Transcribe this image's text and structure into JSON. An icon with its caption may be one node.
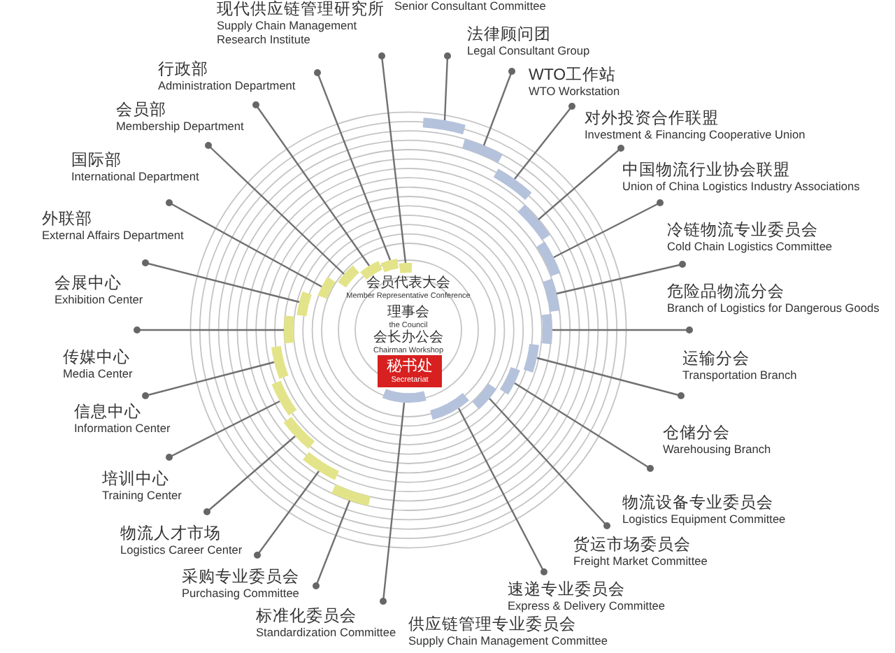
{
  "diagram": {
    "nodes": [
      {
        "text": [
          "Senior Consultant Committee"
        ]
      },
      {
        "text": [
          "现代供应链管理研究所",
          "Supply Chain Management Research Institute"
        ]
      },
      {
        "text": [
          "行政部",
          "Administration Department"
        ]
      },
      {
        "text": [
          "会员部",
          "Membership Department"
        ]
      },
      {
        "text": [
          "国际部",
          "International Department"
        ]
      },
      {
        "text": [
          "外联部",
          "External Affairs Department"
        ]
      },
      {
        "text": [
          "会展中心",
          "Exhibition Center"
        ]
      },
      {
        "text": [
          "传媒中心",
          "Media Center"
        ]
      },
      {
        "text": [
          "信息中心",
          "Information Center"
        ]
      },
      {
        "text": [
          "培训中心",
          "Training Center"
        ]
      },
      {
        "text": [
          "物流人才市场",
          "Logistics Career Center"
        ]
      },
      {
        "text": [
          "采购专业委员会",
          "Purchasing Committee"
        ]
      },
      {
        "text": [
          "标准化委员会",
          "Standardization Committee"
        ]
      },
      {
        "text": [
          "供应链管理专业委员会",
          "Supply Chain Management  Committee"
        ]
      },
      {
        "text": [
          "速递专业委员会",
          "Express & Delivery Committee"
        ]
      },
      {
        "text": [
          "货运市场委员会",
          "Freight Market Committee"
        ]
      },
      {
        "text": [
          "物流设备专业委员会",
          "Logistics Equipment Committee"
        ]
      },
      {
        "text": [
          "仓储分会",
          "Warehousing Branch"
        ]
      },
      {
        "text": [
          "运输分会",
          "Transportation Branch"
        ]
      },
      {
        "text": [
          "危险品物流分会",
          "Branch of Logistics for Dangerous Goods"
        ]
      },
      {
        "text": [
          "冷链物流专业委员会",
          "Cold Chain Logistics Committee"
        ]
      },
      {
        "text": [
          "中国物流行业协会联盟",
          "Union of China Logistics Industry Associations"
        ]
      },
      {
        "text": [
          "对外投资合作联盟",
          "Investment & Financing Cooperative Union"
        ]
      },
      {
        "text": [
          "WTO工作站",
          "WTO Workstation"
        ]
      },
      {
        "text": [
          "法律顾问团",
          "Legal Consultant Group"
        ]
      },
      {
        "text": [
          "会员代表大会",
          "Member Representative Conference"
        ]
      },
      {
        "text": [
          "理事会",
          "the Council"
        ]
      },
      {
        "text": [
          "会长办公会",
          "Chairman Workshop"
        ]
      },
      {
        "text": [
          "秘书处",
          "Secretariat"
        ]
      },
      {
        "text": [],
        "shape": "bar"
      },
      {
        "text": [],
        "shape": "bar"
      },
      {
        "text": [],
        "shape": "bar"
      },
      {
        "text": [],
        "shape": "bar"
      },
      {
        "text": [],
        "shape": "bar"
      },
      {
        "text": [],
        "shape": "bar"
      },
      {
        "text": [],
        "shape": "bar"
      },
      {
        "text": [],
        "shape": "bar"
      },
      {
        "text": [],
        "shape": "bar"
      },
      {
        "text": [],
        "shape": "bar"
      },
      {
        "text": [],
        "shape": "bar"
      },
      {
        "text": [],
        "shape": "bar"
      },
      {
        "text": [],
        "shape": "bar"
      },
      {
        "text": [],
        "shape": "bar"
      },
      {
        "text": [],
        "shape": "bar"
      },
      {
        "text": [],
        "shape": "bar"
      },
      {
        "text": [],
        "shape": "bar"
      },
      {
        "text": [],
        "shape": "bar"
      },
      {
        "text": [],
        "shape": "bar"
      },
      {
        "text": [],
        "shape": "bar"
      },
      {
        "text": [],
        "shape": "bar"
      },
      {
        "text": [],
        "shape": "bar"
      },
      {
        "text": [],
        "shape": "bar"
      },
      {
        "text": [],
        "shape": "bar"
      }
    ],
    "edges": [
      {
        "from": 1,
        "to": 29,
        "arrow": "other"
      },
      {
        "from": 2,
        "to": 30,
        "arrow": "other"
      },
      {
        "from": 3,
        "to": 31,
        "arrow": "other"
      },
      {
        "from": 4,
        "to": 32,
        "arrow": "other"
      },
      {
        "from": 5,
        "to": 33,
        "arrow": "other"
      },
      {
        "from": 6,
        "to": 34,
        "arrow": "other"
      },
      {
        "from": 7,
        "to": 35,
        "arrow": "other"
      },
      {
        "from": 8,
        "to": 36,
        "arrow": "other"
      },
      {
        "from": 9,
        "to": 37,
        "arrow": "other"
      },
      {
        "from": 10,
        "to": 38,
        "arrow": "other"
      },
      {
        "from": 11,
        "to": 39,
        "arrow": "other"
      },
      {
        "from": 12,
        "to": 40,
        "arrow": "other"
      },
      {
        "from": 13,
        "to": 41,
        "arrow": "other"
      },
      {
        "from": 14,
        "to": 42,
        "arrow": "other"
      },
      {
        "from": 15,
        "to": 43,
        "arrow": "other"
      },
      {
        "from": 16,
        "to": 44,
        "arrow": "other"
      },
      {
        "from": 17,
        "to": 45,
        "arrow": "other"
      },
      {
        "from": 18,
        "to": 46,
        "arrow": "other"
      },
      {
        "from": 19,
        "to": 47,
        "arrow": "other"
      },
      {
        "from": 20,
        "to": 48,
        "arrow": "other"
      },
      {
        "from": 21,
        "to": 49,
        "arrow": "other"
      },
      {
        "from": 22,
        "to": 50,
        "arrow": "other"
      },
      {
        "from": 23,
        "to": 51,
        "arrow": "other"
      },
      {
        "from": 24,
        "to": 52,
        "arrow": "other"
      }
    ]
  }
}
